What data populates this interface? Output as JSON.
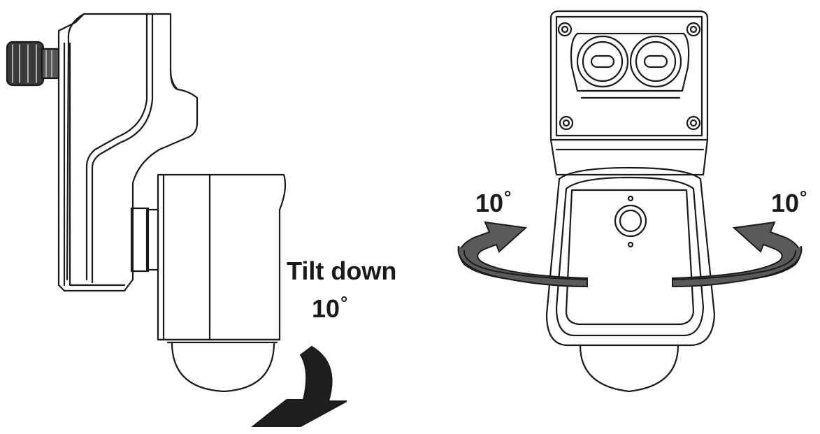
{
  "labels": {
    "tilt_text": "Tilt down",
    "tilt_degree": "10",
    "pan_left_degree": "10",
    "pan_right_degree": "10",
    "degree_symbol": "°"
  },
  "colors": {
    "line": "#1a1a1a",
    "arrow_dark": "#1e1e1e",
    "arrow_gray": "#5a5a5a",
    "background": "#ffffff"
  },
  "icons": [
    "side-view-light-device",
    "front-view-light-device",
    "tilt-down-arrow",
    "pan-left-arrow",
    "pan-right-arrow"
  ]
}
